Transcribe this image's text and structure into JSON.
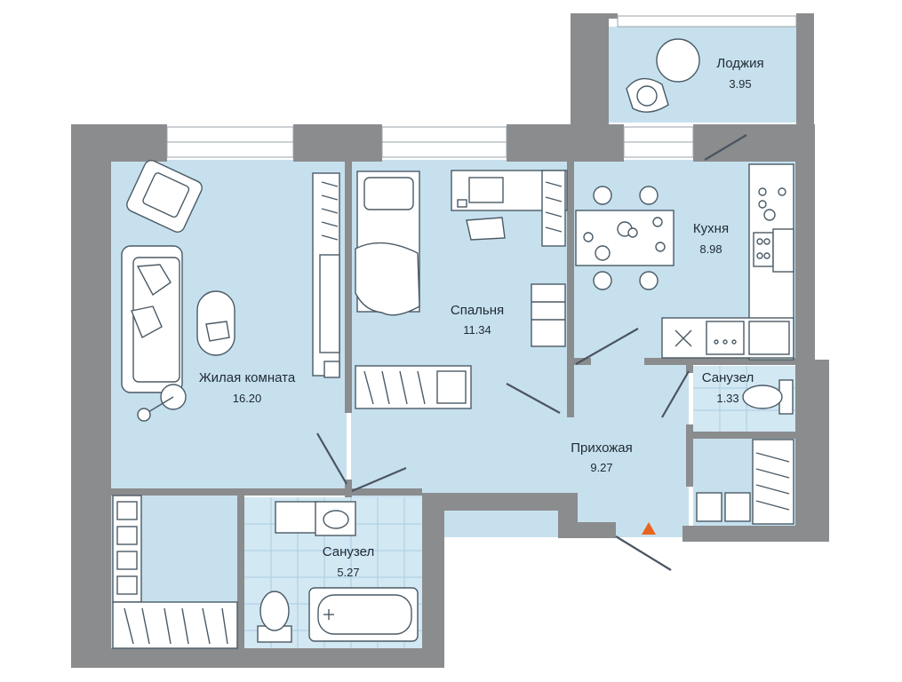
{
  "rooms": [
    {
      "id": "loggia",
      "name": "Лоджия",
      "area": "3.95"
    },
    {
      "id": "kitchen",
      "name": "Кухня",
      "area": "8.98"
    },
    {
      "id": "bedroom",
      "name": "Спальня",
      "area": "11.34"
    },
    {
      "id": "living",
      "name": "Жилая комната",
      "area": "16.20"
    },
    {
      "id": "wc_small",
      "name": "Санузел",
      "area": "1.33"
    },
    {
      "id": "hall",
      "name": "Прихожая",
      "area": "9.27"
    },
    {
      "id": "bath",
      "name": "Санузел",
      "area": "5.27"
    }
  ],
  "colors": {
    "floor": "#c7e0ee",
    "wall": "#8a8c8e",
    "entrance_marker": "#e8641e"
  }
}
